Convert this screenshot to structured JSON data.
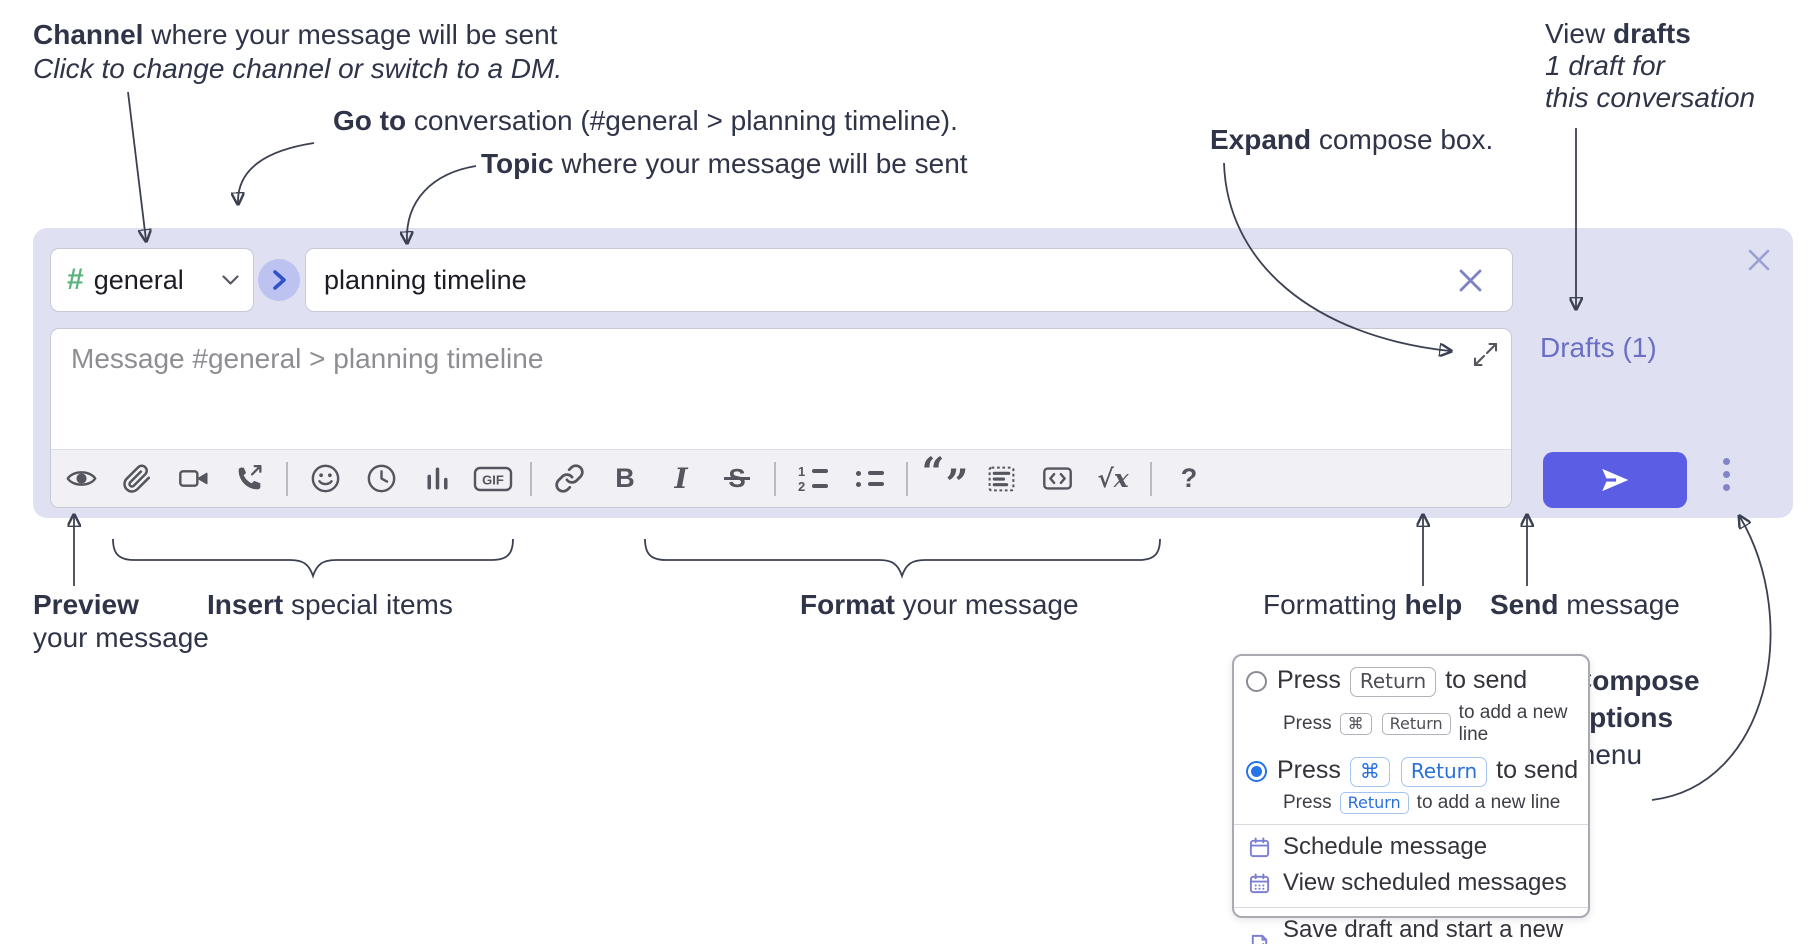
{
  "annotations": {
    "channel": {
      "bold": "Channel",
      "rest": " where your message will be sent",
      "line2": "Click to change channel or switch to a DM."
    },
    "go_to": {
      "bold": "Go to",
      "rest": " conversation (#general > planning timeline)."
    },
    "topic": {
      "bold": "Topic",
      "rest": " where your message will be sent"
    },
    "expand": {
      "bold": "Expand",
      "rest": " compose box."
    },
    "view_drafts": {
      "pre": "View ",
      "bold": "drafts",
      "line2": "1 draft for",
      "line3": "this conversation"
    },
    "preview": {
      "bold": "Preview",
      "line2": "your message"
    },
    "insert": {
      "bold": "Insert",
      "rest": " special items"
    },
    "format": {
      "bold": "Format",
      "rest": " your message"
    },
    "formatting_help": {
      "pre": "Formatting ",
      "bold": "help"
    },
    "send": {
      "bold": "Send",
      "rest": " message"
    },
    "compose_options": {
      "bold_line1": "Compose",
      "bold_line2": "options",
      "line3": "menu"
    }
  },
  "compose_box": {
    "channel": {
      "hash": "#",
      "name": "general"
    },
    "topic_value": "planning timeline",
    "message_placeholder": "Message #general > planning timeline",
    "drafts_link": "Drafts (1)"
  },
  "toolbar": {
    "gif_label": "GIF",
    "bold_label": "B",
    "italic_label": "I",
    "strike_label": "S",
    "numbered_one": "1",
    "numbered_two": "2",
    "quote_open": "“",
    "quote_close": "”",
    "math_label": "√x",
    "help_label": "?"
  },
  "options_menu": {
    "press_label": "Press",
    "to_send_label": "to send",
    "add_new_line_label": "to add a new line",
    "return_key": "Return",
    "cmd_key": "⌘",
    "schedule_message": "Schedule message",
    "view_scheduled_messages": "View scheduled messages",
    "save_draft": "Save draft and start a new message"
  },
  "colors": {
    "compose_bg": "#dfe1f2",
    "send_button": "#5b5de4",
    "accent_blue": "#2b6fdc",
    "link_purple": "#6a6fc4",
    "hash_green": "#5ab47c",
    "icon_gray": "#54555e",
    "menu_icon_purple": "#7c80d2",
    "annotation_text": "#303449",
    "arrow": "#3c4152"
  }
}
